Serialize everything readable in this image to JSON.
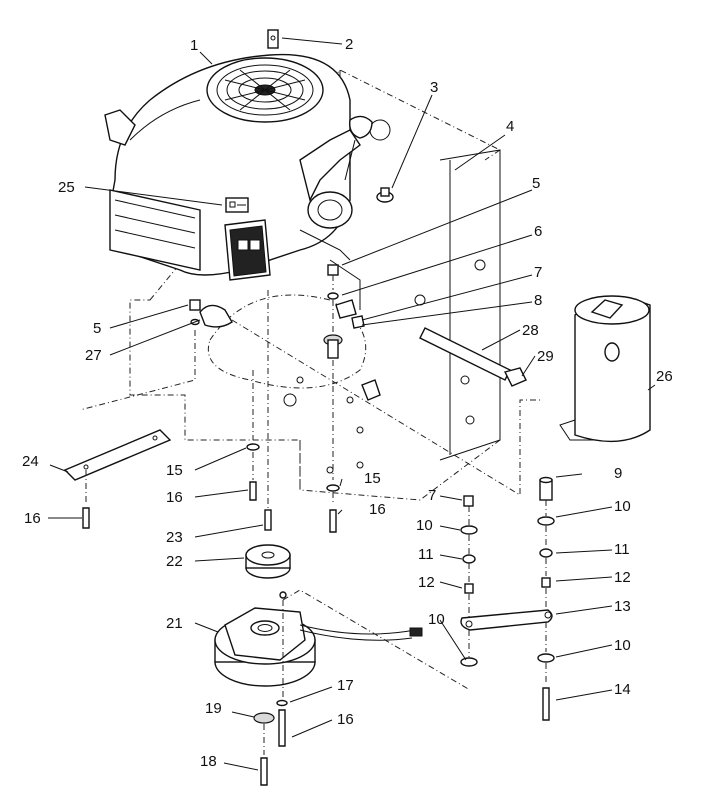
{
  "callouts": [
    {
      "id": "c1",
      "label": "1"
    },
    {
      "id": "c2",
      "label": "2"
    },
    {
      "id": "c3",
      "label": "3"
    },
    {
      "id": "c4",
      "label": "4"
    },
    {
      "id": "c5a",
      "label": "5"
    },
    {
      "id": "c5b",
      "label": "5"
    },
    {
      "id": "c6",
      "label": "6"
    },
    {
      "id": "c7a",
      "label": "7"
    },
    {
      "id": "c7b",
      "label": "7"
    },
    {
      "id": "c8",
      "label": "8"
    },
    {
      "id": "c9",
      "label": "9"
    },
    {
      "id": "c10a",
      "label": "10"
    },
    {
      "id": "c10b",
      "label": "10"
    },
    {
      "id": "c10c",
      "label": "10"
    },
    {
      "id": "c10d",
      "label": "10"
    },
    {
      "id": "c11a",
      "label": "11"
    },
    {
      "id": "c11b",
      "label": "11"
    },
    {
      "id": "c12a",
      "label": "12"
    },
    {
      "id": "c12b",
      "label": "12"
    },
    {
      "id": "c13",
      "label": "13"
    },
    {
      "id": "c14",
      "label": "14"
    },
    {
      "id": "c15a",
      "label": "15"
    },
    {
      "id": "c15b",
      "label": "15"
    },
    {
      "id": "c16a",
      "label": "16"
    },
    {
      "id": "c16b",
      "label": "16"
    },
    {
      "id": "c16c",
      "label": "16"
    },
    {
      "id": "c16d",
      "label": "16"
    },
    {
      "id": "c17",
      "label": "17"
    },
    {
      "id": "c18",
      "label": "18"
    },
    {
      "id": "c19",
      "label": "19"
    },
    {
      "id": "c21",
      "label": "21"
    },
    {
      "id": "c22",
      "label": "22"
    },
    {
      "id": "c23",
      "label": "23"
    },
    {
      "id": "c24",
      "label": "24"
    },
    {
      "id": "c25",
      "label": "25"
    },
    {
      "id": "c26",
      "label": "26"
    },
    {
      "id": "c27",
      "label": "27"
    },
    {
      "id": "c28",
      "label": "28"
    },
    {
      "id": "c29",
      "label": "29"
    }
  ]
}
